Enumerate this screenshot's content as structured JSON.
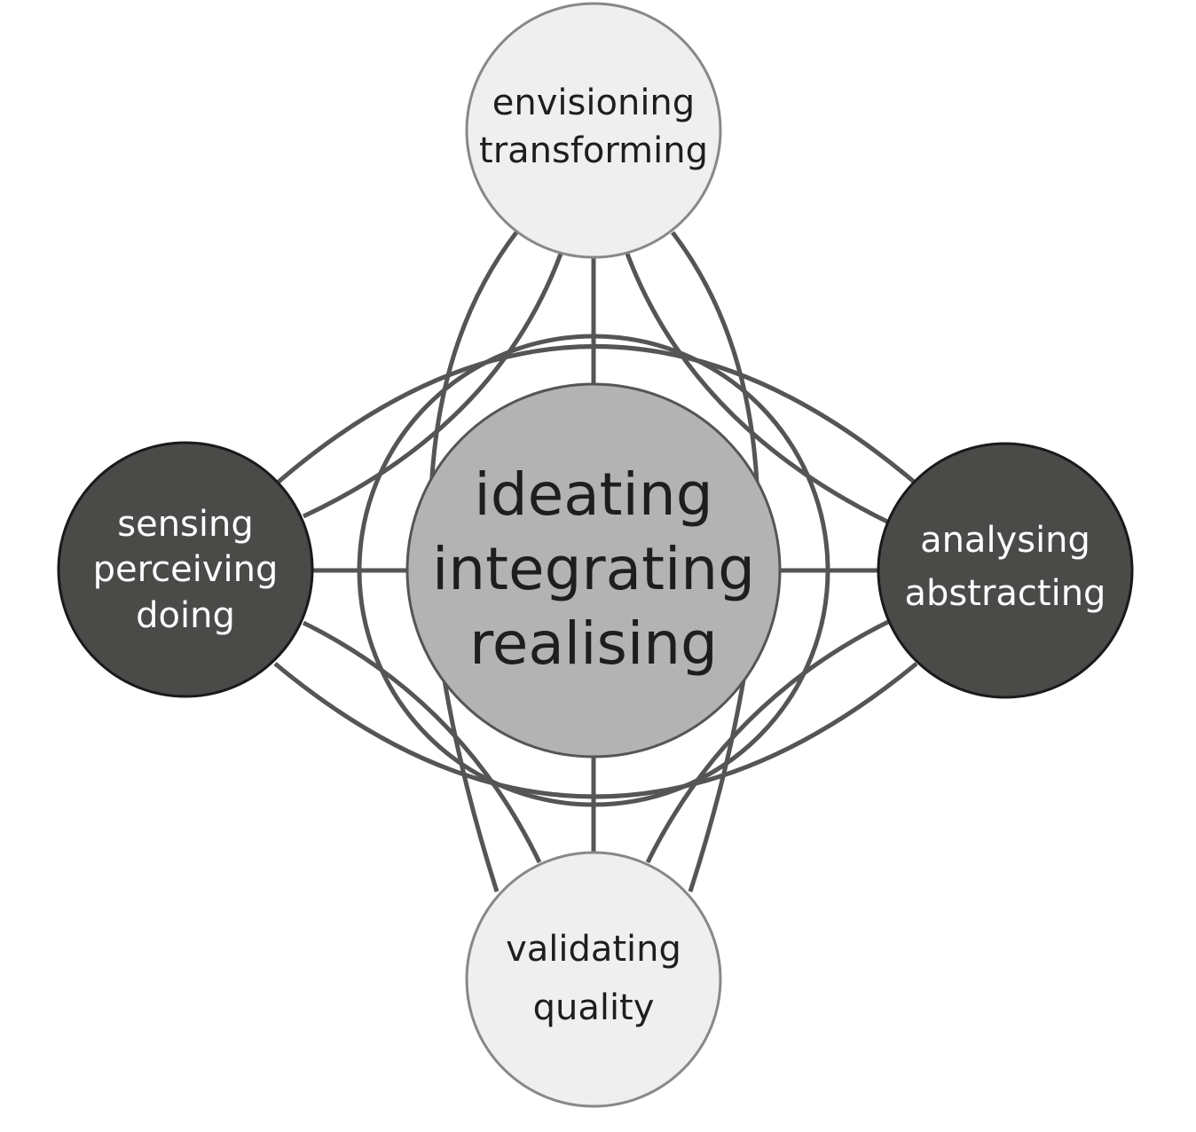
{
  "colors": {
    "connector": "#555555",
    "center_fill": "#b3b3b3",
    "light_fill": "#efefef",
    "dark_fill": "#4a4a48",
    "dark_text": "#1e1e1e",
    "light_text": "#ffffff"
  },
  "nodes": {
    "center": [
      "ideating",
      "integrating",
      "realising"
    ],
    "top": [
      "envisioning",
      "transforming"
    ],
    "left": [
      "sensing",
      "perceiving",
      "doing"
    ],
    "right": [
      "analysing",
      "abstracting"
    ],
    "bottom": [
      "validating",
      "quality"
    ]
  }
}
